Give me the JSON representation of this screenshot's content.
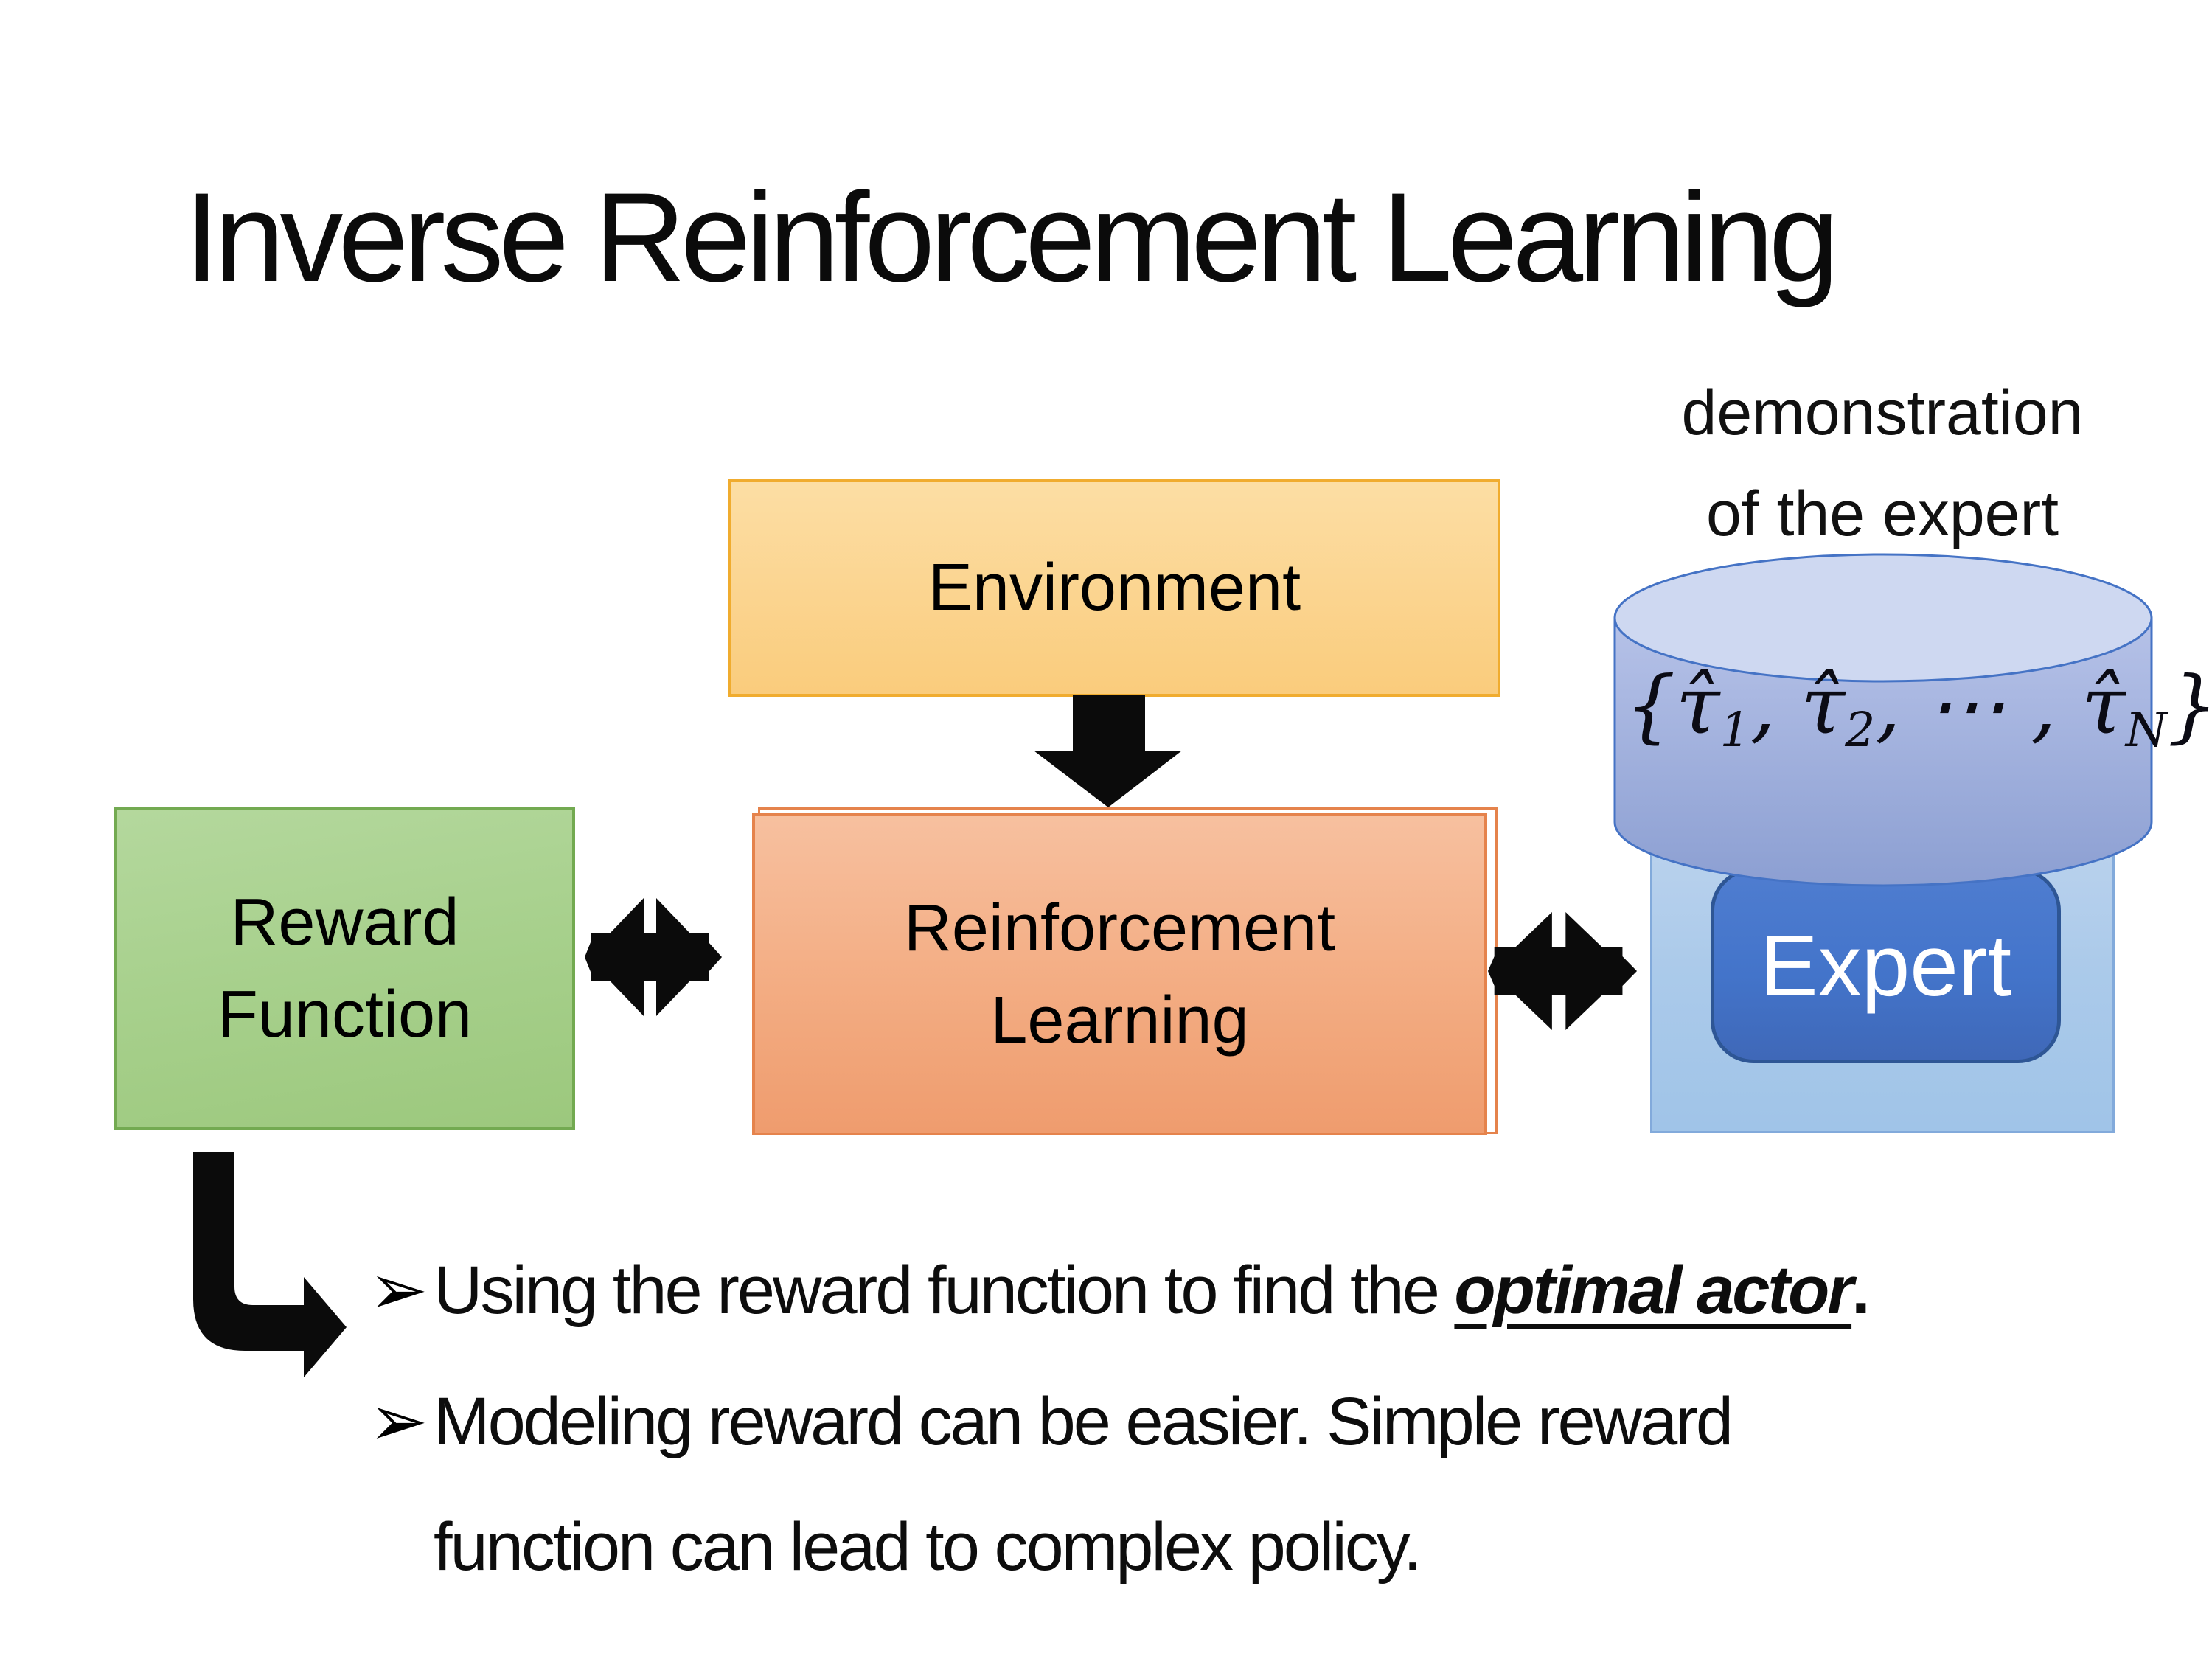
{
  "slide": {
    "title": "Inverse Reinforcement Learning"
  },
  "diagram": {
    "environment": {
      "label": "Environment"
    },
    "reward": {
      "label_line1": "Reward",
      "label_line2": "Function"
    },
    "reinforcement_learning": {
      "label_line1": "Reinforcement",
      "label_line2": "Learning"
    },
    "expert": {
      "label": "Expert"
    },
    "demonstration": {
      "line1": "demonstration",
      "line2": "of the expert"
    },
    "formula_parts": [
      {
        "t": "{"
      },
      {
        "t": "τ̂"
      },
      {
        "t": "1",
        "sub": true
      },
      {
        "t": ", "
      },
      {
        "t": "τ̂"
      },
      {
        "t": "2",
        "sub": true
      },
      {
        "t": ", ⋯ , "
      },
      {
        "t": "τ̂"
      },
      {
        "t": "N",
        "sub": true
      },
      {
        "t": "}"
      }
    ],
    "icons": {
      "down_arrow": "block-arrow-down",
      "left_double_arrow": "double-headed-exchange-arrow",
      "right_double_arrow": "double-headed-exchange-arrow",
      "elbow_arrow": "bent-arrow-down-right"
    }
  },
  "bullets": {
    "item1": {
      "marker": "➢",
      "segments": [
        {
          "t": "Using the reward function to find the "
        },
        {
          "t": "optimal actor",
          "em": true
        },
        {
          "t": ".",
          "b": true
        }
      ]
    },
    "item2": {
      "marker": "➢",
      "line1": "Modeling reward can be easier. Simple reward",
      "line2": "function can lead to complex policy."
    }
  },
  "colors": {
    "environment_fill_top": "#FCDEA4",
    "environment_fill_bottom": "#FACC7C",
    "environment_border": "#F0AC2F",
    "reward_fill_top": "#B4D89D",
    "reward_fill_bottom": "#9CC87D",
    "reward_border": "#73AA51",
    "rl_fill_top": "#F7C09F",
    "rl_fill_bottom": "#EF9C6E",
    "rl_border": "#E5834C",
    "expert_container_fill": "#ABCAEA",
    "expert_container_border": "#82AADB",
    "expert_fill": "#4374CA",
    "expert_border": "#2E5695",
    "expert_text": "#FFFFFF",
    "cylinder_body_top": "#B6C2E8",
    "cylinder_body_bottom": "#8C9FD2",
    "cylinder_top_face": "#CED8F1",
    "cylinder_border": "#4573C5",
    "arrow_black": "#0B0B0B",
    "text_black": "#0D0D0D",
    "background": "#FFFFFF"
  }
}
